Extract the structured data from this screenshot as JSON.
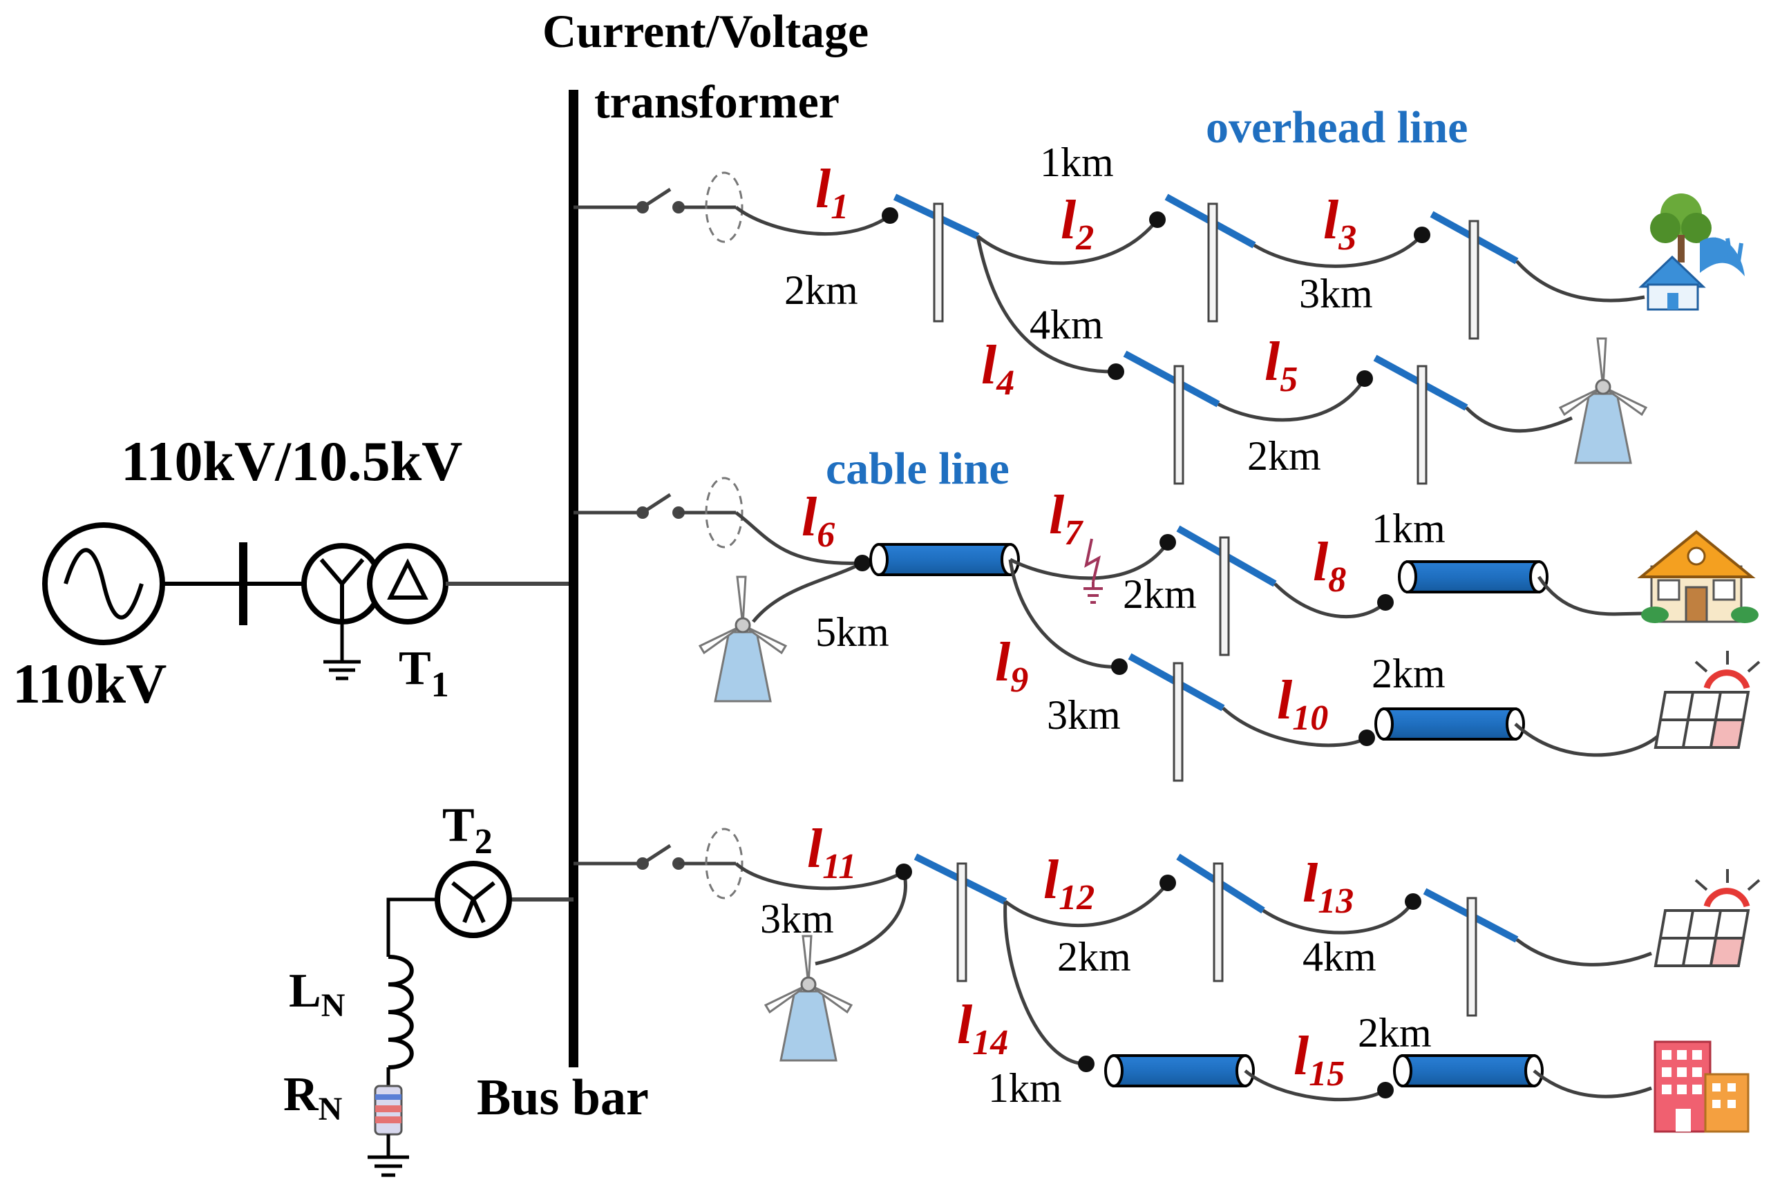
{
  "header": {
    "ct_vt": [
      "Current/Voltage",
      "transformer"
    ],
    "overhead": "overhead line",
    "cable": "cable line",
    "transformer_ratio": "110kV/10.5kV",
    "source_voltage": "110kV",
    "t1": {
      "main": "T",
      "sub": "1"
    },
    "t2": {
      "main": "T",
      "sub": "2"
    },
    "ln": {
      "main": "L",
      "sub": "N"
    },
    "rn": {
      "main": "R",
      "sub": "N"
    },
    "bus": "Bus bar"
  },
  "lines": [
    {
      "id": "l1",
      "num": "1"
    },
    {
      "id": "l2",
      "num": "2"
    },
    {
      "id": "l3",
      "num": "3"
    },
    {
      "id": "l4",
      "num": "4"
    },
    {
      "id": "l5",
      "num": "5"
    },
    {
      "id": "l6",
      "num": "6"
    },
    {
      "id": "l7",
      "num": "7"
    },
    {
      "id": "l8",
      "num": "8"
    },
    {
      "id": "l9",
      "num": "9"
    },
    {
      "id": "l10",
      "num": "10"
    },
    {
      "id": "l11",
      "num": "11"
    },
    {
      "id": "l12",
      "num": "12"
    },
    {
      "id": "l13",
      "num": "13"
    },
    {
      "id": "l14",
      "num": "14"
    },
    {
      "id": "l15",
      "num": "15"
    }
  ],
  "lengths": {
    "l1": "2km",
    "l2": "1km",
    "l3": "3km",
    "l4": "4km",
    "l5": "2km",
    "l6": "5km",
    "l7": "2km",
    "l8": "1km",
    "l9": "3km",
    "l10": "2km",
    "l11": "3km",
    "l12": "2km",
    "l13": "4km",
    "l14": "1km",
    "l15": "2km"
  },
  "colors": {
    "line_label": "#c00000",
    "title_blue": "#1f6fc0",
    "cable_blue": "#1f6fc0"
  }
}
